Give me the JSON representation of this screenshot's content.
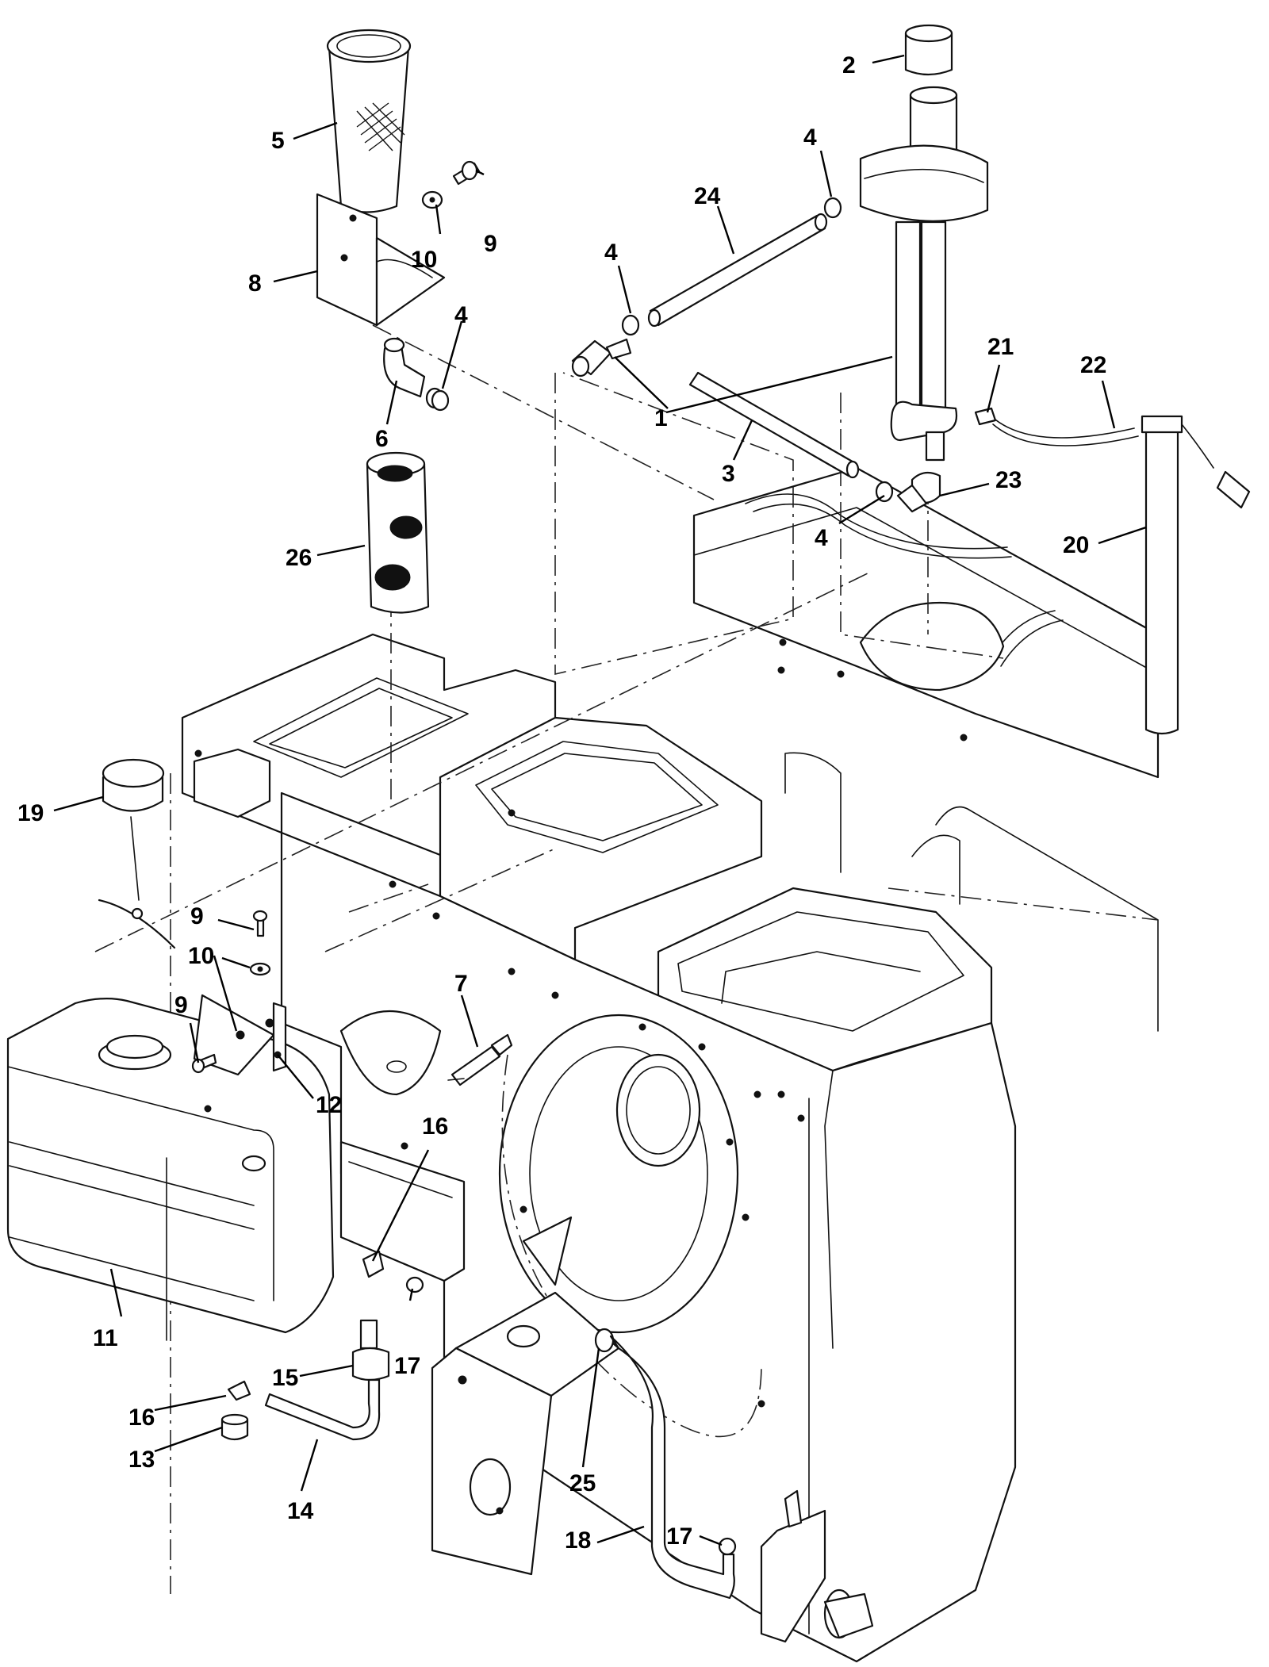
{
  "diagram": {
    "callouts": [
      {
        "id": "c1",
        "label": "1"
      },
      {
        "id": "c2",
        "label": "2"
      },
      {
        "id": "c3",
        "label": "3"
      },
      {
        "id": "c4a",
        "label": "4"
      },
      {
        "id": "c4b",
        "label": "4"
      },
      {
        "id": "c4c",
        "label": "4"
      },
      {
        "id": "c4d",
        "label": "4"
      },
      {
        "id": "c5",
        "label": "5"
      },
      {
        "id": "c6",
        "label": "6"
      },
      {
        "id": "c7",
        "label": "7"
      },
      {
        "id": "c8",
        "label": "8"
      },
      {
        "id": "c9a",
        "label": "9"
      },
      {
        "id": "c9b",
        "label": "9"
      },
      {
        "id": "c9c",
        "label": "9"
      },
      {
        "id": "c10a",
        "label": "10"
      },
      {
        "id": "c10b",
        "label": "10"
      },
      {
        "id": "c11",
        "label": "11"
      },
      {
        "id": "c12",
        "label": "12"
      },
      {
        "id": "c13",
        "label": "13"
      },
      {
        "id": "c14",
        "label": "14"
      },
      {
        "id": "c15",
        "label": "15"
      },
      {
        "id": "c16a",
        "label": "16"
      },
      {
        "id": "c16b",
        "label": "16"
      },
      {
        "id": "c17a",
        "label": "17"
      },
      {
        "id": "c17b",
        "label": "17"
      },
      {
        "id": "c18",
        "label": "18"
      },
      {
        "id": "c19",
        "label": "19"
      },
      {
        "id": "c20",
        "label": "20"
      },
      {
        "id": "c21",
        "label": "21"
      },
      {
        "id": "c22",
        "label": "22"
      },
      {
        "id": "c23",
        "label": "23"
      },
      {
        "id": "c24",
        "label": "24"
      },
      {
        "id": "c25",
        "label": "25"
      },
      {
        "id": "c26",
        "label": "26"
      }
    ],
    "colors": {
      "line": "#111111",
      "background": "#ffffff"
    }
  }
}
